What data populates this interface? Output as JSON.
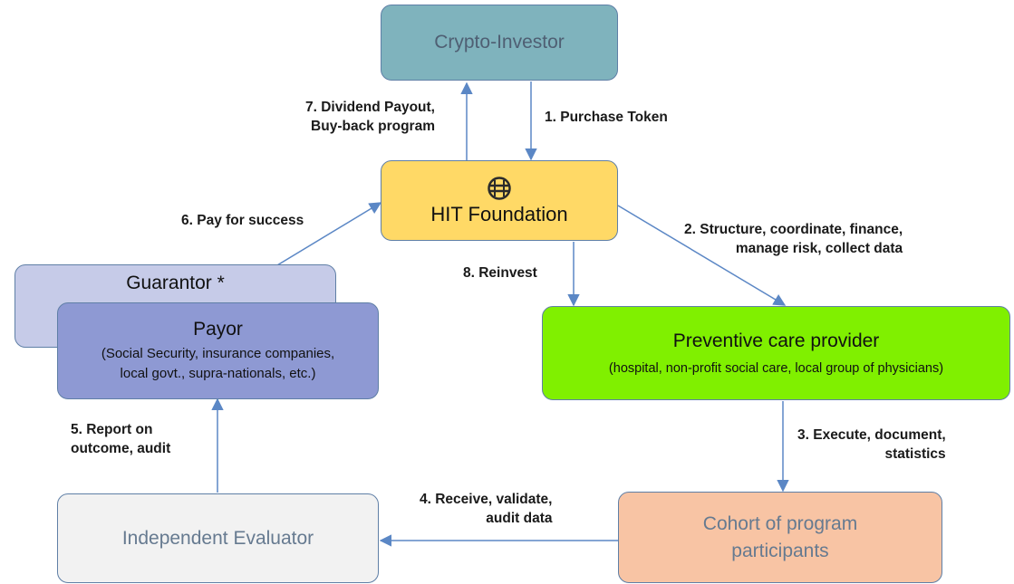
{
  "nodes": {
    "crypto_investor": {
      "title": "Crypto-Investor"
    },
    "hit_foundation": {
      "title": "HIT Foundation",
      "logo_icon": "hit-coin-logo"
    },
    "guarantor": {
      "title": "Guarantor *"
    },
    "payor": {
      "title": "Payor",
      "subtitle_line1": "(Social Security, insurance companies,",
      "subtitle_line2": "local govt., supra-nationals, etc.)"
    },
    "preventive_care_provider": {
      "title": "Preventive care provider",
      "subtitle": "(hospital, non-profit social care, local group of physicians)"
    },
    "independent_evaluator": {
      "title": "Independent Evaluator"
    },
    "cohort": {
      "title_line1": "Cohort of program",
      "title_line2": "participants"
    }
  },
  "edges": {
    "e1": {
      "line1": "1. Purchase Token"
    },
    "e2": {
      "line1": "2. Structure, coordinate, finance,",
      "line2": "manage risk, collect data"
    },
    "e3": {
      "line1": "3. Execute, document,",
      "line2": "statistics"
    },
    "e4": {
      "line1": "4. Receive, validate,",
      "line2": "audit data"
    },
    "e5": {
      "line1": "5. Report on",
      "line2": "outcome, audit"
    },
    "e6": {
      "line1": "6. Pay for success"
    },
    "e7": {
      "line1": "7. Dividend Payout,",
      "line2": "Buy-back program"
    },
    "e8": {
      "line1": "8. Reinvest"
    }
  },
  "colors": {
    "crypto_investor": "#7fb3bd",
    "hit_foundation": "#ffd966",
    "guarantor": "#c6cbe8",
    "payor": "#8e99d3",
    "preventive_care_provider": "#80f000",
    "independent_evaluator": "#f2f2f2",
    "cohort": "#f8c4a4",
    "arrow": "#5b87c5"
  }
}
